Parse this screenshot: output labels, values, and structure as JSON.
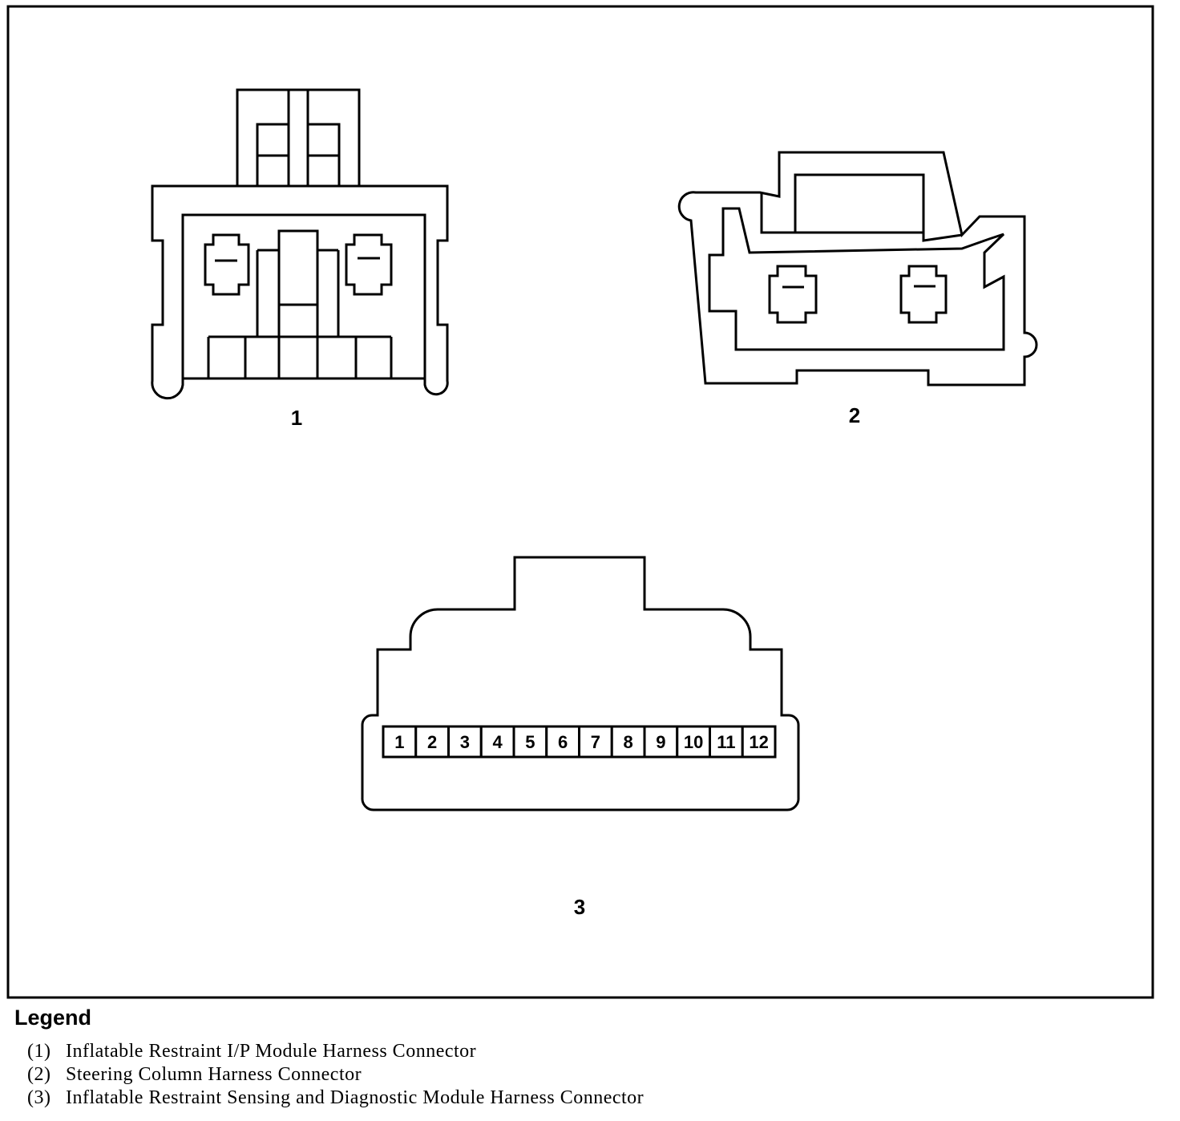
{
  "connectors": [
    {
      "id": "1",
      "label": "1"
    },
    {
      "id": "2",
      "label": "2"
    },
    {
      "id": "3",
      "label": "3"
    }
  ],
  "connector3_pins": [
    "1",
    "2",
    "3",
    "4",
    "5",
    "6",
    "7",
    "8",
    "9",
    "10",
    "11",
    "12"
  ],
  "legend": {
    "title": "Legend",
    "items": [
      {
        "num": "(1)",
        "text": "Inflatable Restraint I/P Module Harness Connector"
      },
      {
        "num": "(2)",
        "text": "Steering Column Harness Connector"
      },
      {
        "num": "(3)",
        "text": "Inflatable Restraint Sensing and Diagnostic Module Harness Connector"
      }
    ]
  }
}
